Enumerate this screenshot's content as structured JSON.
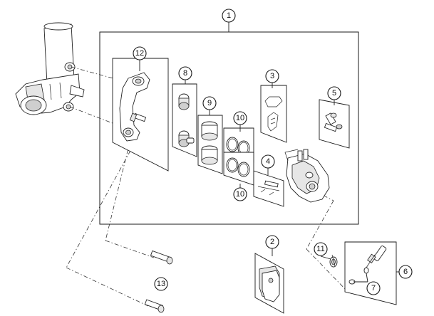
{
  "figure": {
    "type": "exploded-parts-diagram",
    "subject": "brake caliper assembly"
  },
  "callouts": [
    {
      "id": "c1",
      "label": "1"
    },
    {
      "id": "c2",
      "label": "2"
    },
    {
      "id": "c3",
      "label": "3"
    },
    {
      "id": "c4",
      "label": "4"
    },
    {
      "id": "c5",
      "label": "5"
    },
    {
      "id": "c6",
      "label": "6"
    },
    {
      "id": "c7",
      "label": "7"
    },
    {
      "id": "c8",
      "label": "8"
    },
    {
      "id": "c9",
      "label": "9"
    },
    {
      "id": "c10a",
      "label": "10"
    },
    {
      "id": "c10b",
      "label": "10"
    },
    {
      "id": "c11",
      "label": "11"
    },
    {
      "id": "c12",
      "label": "12"
    },
    {
      "id": "c13",
      "label": "13"
    }
  ],
  "colors": {
    "line": "#1a1a1a",
    "fill_light": "#e6e6e6",
    "fill_dark": "#cfcfcf",
    "background": "#ffffff"
  }
}
